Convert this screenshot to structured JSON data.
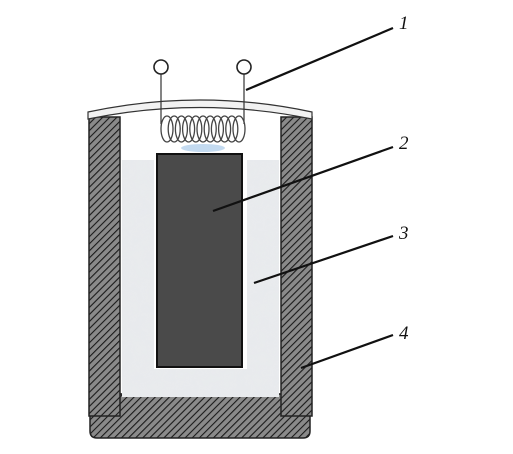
{
  "diagram": {
    "callouts": [
      {
        "id": "1",
        "label": "1"
      },
      {
        "id": "2",
        "label": "2"
      },
      {
        "id": "3",
        "label": "3"
      },
      {
        "id": "4",
        "label": "4"
      }
    ]
  },
  "colors": {
    "hatch_fill": "#777777",
    "hatch_line": "#1a1a1a",
    "core": "#4a4a4a",
    "insulation": "#e6e8ea",
    "lid": "#f0f0f0",
    "coil": "#444444",
    "outline": "#222222"
  }
}
